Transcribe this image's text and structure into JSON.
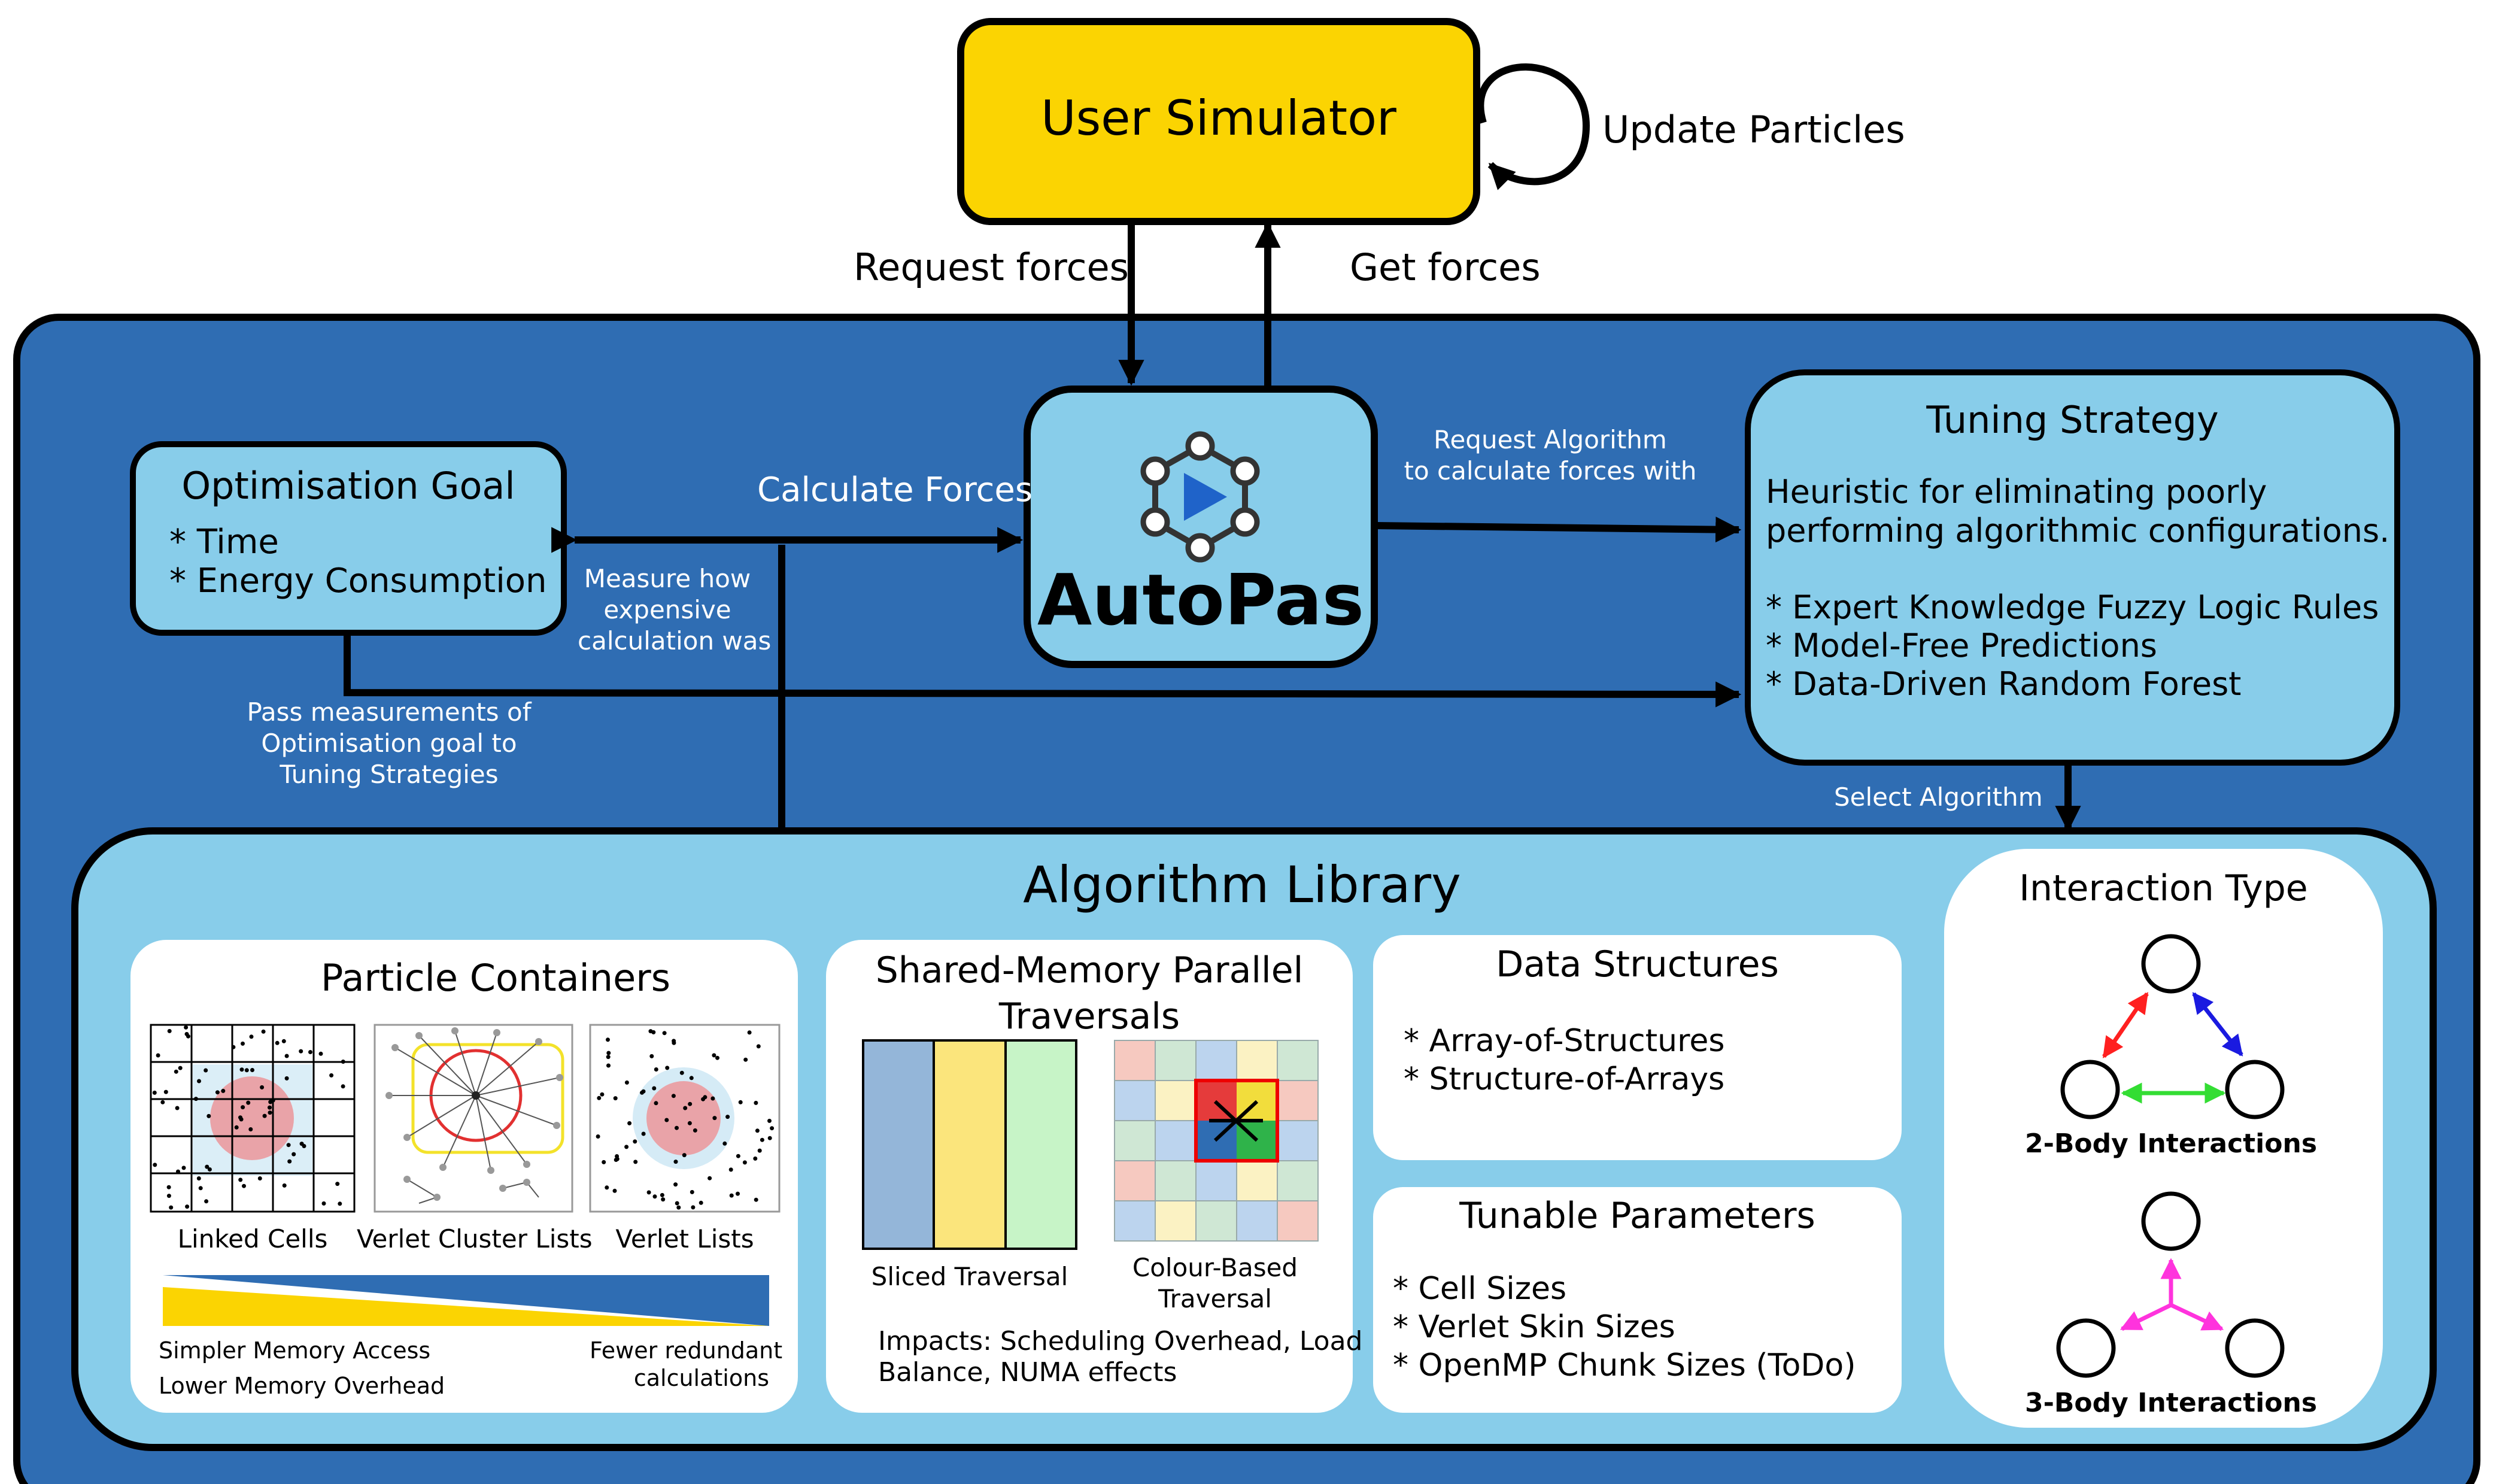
{
  "colors": {
    "simulator_fill": "#fbd402",
    "outer_panel": "#2f6db3",
    "light_box": "#88cdea",
    "white": "#ffffff",
    "stroke": "#000000",
    "red_arrow": "#ff2020",
    "blue_arrow": "#1a1ae0",
    "green_arrow": "#33dd33",
    "magenta_arrow": "#ff33dd"
  },
  "user_simulator": {
    "title": "User Simulator",
    "loop_label": "Update Particles"
  },
  "arrows": {
    "request_forces": "Request forces",
    "get_forces": "Get forces",
    "calculate_forces": "Calculate Forces",
    "measure": [
      "Measure how",
      "expensive",
      "calculation was"
    ],
    "request_algorithm": [
      "Request Algorithm",
      "to calculate forces with"
    ],
    "pass_measurements": [
      "Pass measurements of",
      "Optimisation goal to",
      "Tuning Strategies"
    ],
    "select_algorithm": "Select Algorithm"
  },
  "autopas": {
    "name": "AutoPas",
    "logo_icon": "play-hexagon-icon"
  },
  "optimisation_goal": {
    "title": "Optimisation Goal",
    "items": [
      "* Time",
      "* Energy Consumption"
    ]
  },
  "tuning_strategy": {
    "title": "Tuning Strategy",
    "description": [
      "Heuristic for eliminating poorly",
      "performing algorithmic configurations."
    ],
    "items": [
      "* Expert Knowledge Fuzzy Logic Rules",
      "* Model-Free Predictions",
      "* Data-Driven Random Forest"
    ]
  },
  "algorithm_library": {
    "title": "Algorithm Library",
    "particle_containers": {
      "title": "Particle Containers",
      "labels": [
        "Linked Cells",
        "Verlet Cluster Lists",
        "Verlet Lists"
      ],
      "tradeoff_left": [
        "Simpler Memory Access",
        "Lower Memory Overhead"
      ],
      "tradeoff_right": [
        "Fewer redundant",
        "calculations"
      ]
    },
    "traversals": {
      "title": [
        "Shared-Memory Parallel",
        "Traversals"
      ],
      "sliced_label": "Sliced Traversal",
      "colour_label": [
        "Colour-Based",
        "Traversal"
      ],
      "impacts": [
        "Impacts: Scheduling Overhead, Load",
        "Balance, NUMA effects"
      ]
    },
    "data_structures": {
      "title": "Data Structures",
      "items": [
        "* Array-of-Structures",
        "* Structure-of-Arrays"
      ]
    },
    "tunable_parameters": {
      "title": "Tunable Parameters",
      "items": [
        "* Cell Sizes",
        "* Verlet Skin Sizes",
        "* OpenMP Chunk Sizes (ToDo)"
      ]
    },
    "interaction_type": {
      "title": "Interaction Type",
      "two_body": "2-Body Interactions",
      "three_body": "3-Body Interactions"
    }
  }
}
